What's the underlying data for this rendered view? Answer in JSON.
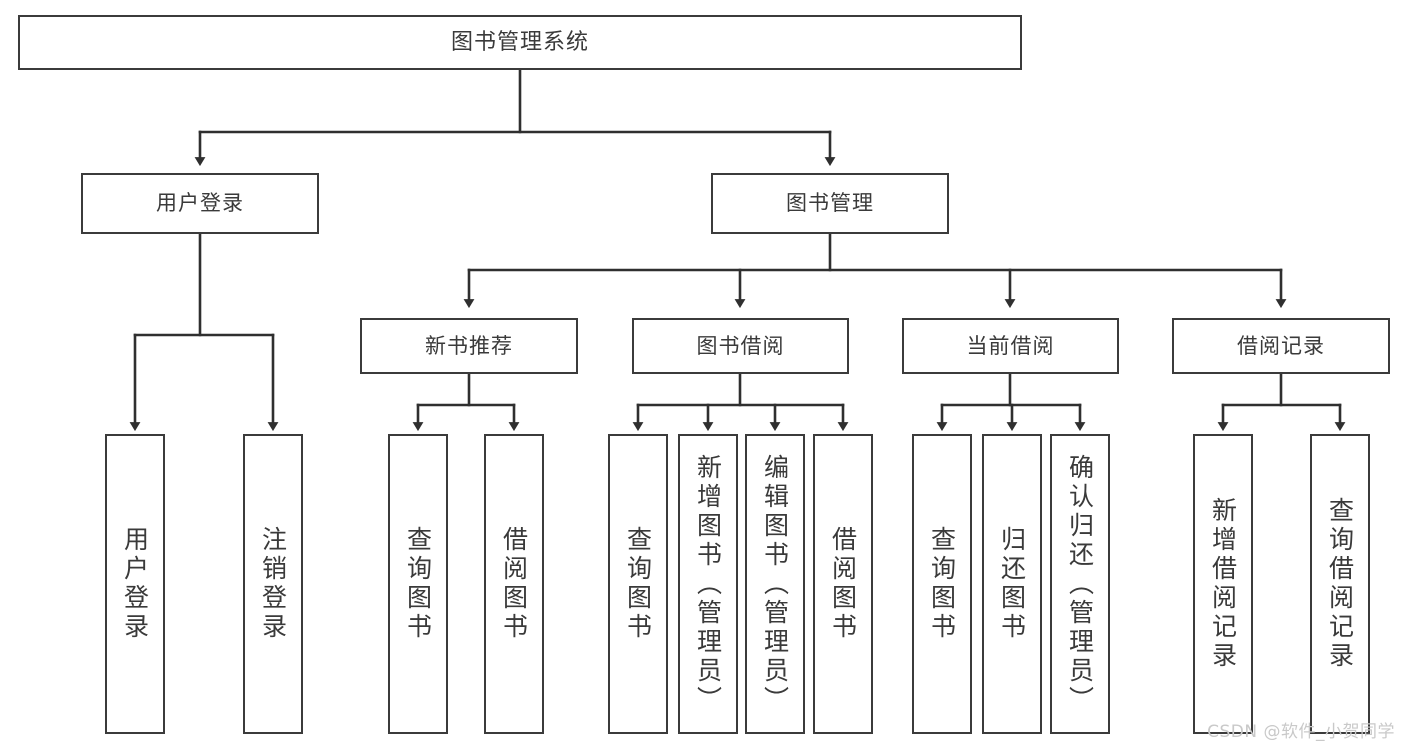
{
  "diagram": {
    "title": "图书管理系统",
    "type": "tree-hierarchy-diagram",
    "watermark": "CSDN @软件_小贺同学",
    "colors": {
      "background": "#ffffff",
      "border": "#3b3b3b",
      "text": "#3a3a3a",
      "edge": "#2f2f2f",
      "watermark": "#c9c9c9"
    },
    "nodes": {
      "root": {
        "label": "图书管理系统"
      },
      "level1": [
        {
          "id": "user-login",
          "label": "用户登录"
        },
        {
          "id": "book-manage",
          "label": "图书管理"
        }
      ],
      "level2": [
        {
          "id": "new-book-recommend",
          "label": "新书推荐"
        },
        {
          "id": "book-borrow",
          "label": "图书借阅"
        },
        {
          "id": "current-borrow",
          "label": "当前借阅"
        },
        {
          "id": "borrow-record",
          "label": "借阅记录"
        }
      ],
      "leaves": {
        "user_login": [
          {
            "id": "leaf-user-login",
            "label": "用户登录"
          },
          {
            "id": "leaf-logout-login",
            "label": "注销登录"
          }
        ],
        "new_book_recommend": [
          {
            "id": "leaf-query-book-1",
            "label": "查询图书"
          },
          {
            "id": "leaf-borrow-book-1",
            "label": "借阅图书"
          }
        ],
        "book_borrow": [
          {
            "id": "leaf-query-book-2",
            "label": "查询图书"
          },
          {
            "id": "leaf-add-book",
            "label": "新增图书（管理员）"
          },
          {
            "id": "leaf-edit-book",
            "label": "编辑图书（管理员）"
          },
          {
            "id": "leaf-borrow-book-2",
            "label": "借阅图书"
          }
        ],
        "current_borrow": [
          {
            "id": "leaf-query-book-3",
            "label": "查询图书"
          },
          {
            "id": "leaf-return-book",
            "label": "归还图书"
          },
          {
            "id": "leaf-confirm-return",
            "label": "确认归还（管理员）"
          }
        ],
        "borrow_record": [
          {
            "id": "leaf-add-borrow-record",
            "label": "新增借阅记录"
          },
          {
            "id": "leaf-query-borrow-record",
            "label": "查询借阅记录"
          }
        ]
      }
    }
  }
}
